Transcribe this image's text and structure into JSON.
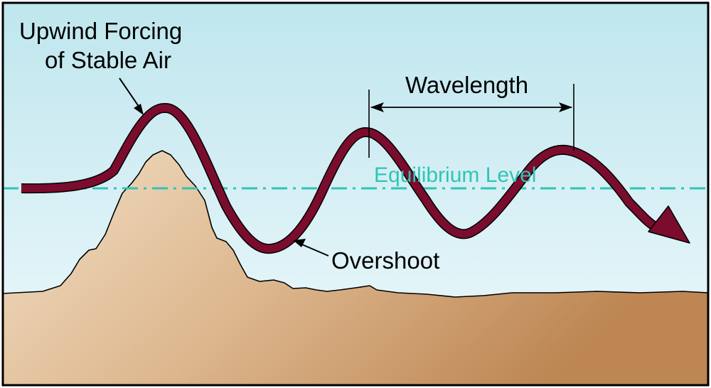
{
  "labels": {
    "upwind_line1": "Upwind Forcing",
    "upwind_line2": "of Stable Air",
    "wavelength": "Wavelength",
    "equilibrium": "Equilibrium Level",
    "overshoot": "Overshoot"
  },
  "colors": {
    "sky_top": "#bfe6ee",
    "sky_bottom": "#eaf7fb",
    "ground_light": "#f0dcc3",
    "ground_dark": "#c08a57",
    "wave": "#7a0c2e",
    "equilibrium_line": "#2ec5b5",
    "outline": "#000000"
  }
}
